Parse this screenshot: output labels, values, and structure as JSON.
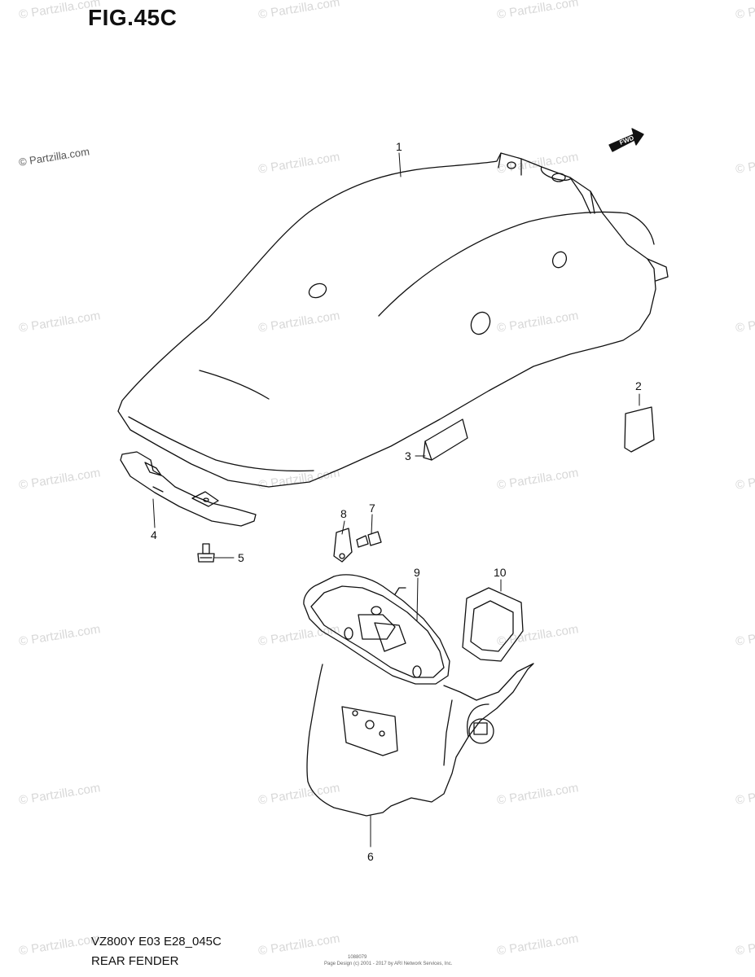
{
  "figure": {
    "title": "FIG.45C",
    "copyright": "© Partzilla.com",
    "watermark_text": "© Partzilla.com",
    "fwd_label": "FWD"
  },
  "parts": [
    {
      "number": "1"
    },
    {
      "number": "2"
    },
    {
      "number": "3"
    },
    {
      "number": "4"
    },
    {
      "number": "5"
    },
    {
      "number": "6"
    },
    {
      "number": "7"
    },
    {
      "number": "8"
    },
    {
      "number": "9"
    },
    {
      "number": "10"
    }
  ],
  "footer": {
    "model_code": "VZ800Y E03 E28_045C",
    "section_name": "REAR FENDER",
    "credit_code": "1088079",
    "credit_line": "Page Design (c) 2001 - 2017 by ARI Network Services, Inc."
  }
}
